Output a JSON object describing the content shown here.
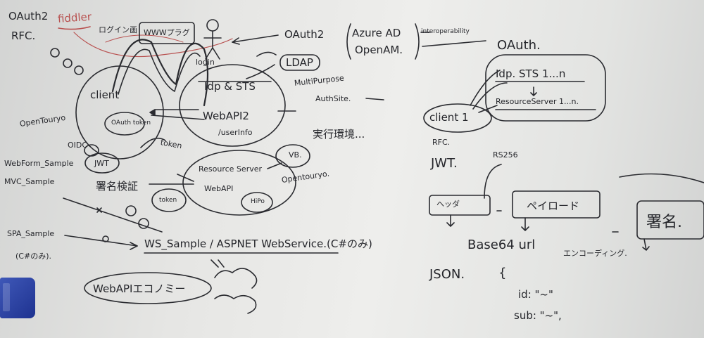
{
  "board": {
    "left": {
      "oauth2": "OAuth2",
      "fiddler": "fiddler",
      "rfc": "RFC.",
      "oauth2_right": "OAuth2",
      "login_gamen": "ログイン画",
      "www_plugin": "WWWプラグ",
      "login_label": "login",
      "ldap": "LDAP",
      "idp_sts": "Idp & STS",
      "client": "client",
      "webapi2": "WebAPI2",
      "userinfo": "/userInfo",
      "oauth_token": "OAuth token",
      "token": "token",
      "opentouryo": "OpenTouryo",
      "oidc": "OIDC",
      "jwt": "JWT",
      "webform_sample": "WebForm_Sample",
      "mvc_sample": "MVC_Sample",
      "shomei_kensho": "署名検証",
      "resource_server": "Resource Server",
      "webapi": "WebAPI",
      "token_small": "token",
      "vb": "VB.",
      "opentouryo_2": "Opentouryo.",
      "hipo": "HiPo",
      "spa_sample": "SPA_Sample",
      "cs_version": "(C#のみ).",
      "ws_sample": "WS_Sample / ASPNET WebService.(C#のみ)",
      "webapi_economy": "WebAPIエコノミー",
      "multipurpose": "MultiPurpose",
      "authsite": "AuthSite.",
      "jikko_kan": "実行環境..."
    },
    "top_right": {
      "azure_ad": "Azure AD",
      "openam": "OpenAM.",
      "interoperability": "interoperability",
      "oauth": "OAuth.",
      "idp_sts_n": "Idp. STS  1...n",
      "resource_server_n": "ResourceServer 1...n.",
      "client_1": "client 1"
    },
    "bottom_right": {
      "rfc": "RFC.",
      "jwt": "JWT.",
      "rs256": "RS256",
      "header": "ヘッダ",
      "payload": "ペイロード",
      "signature": "署名.",
      "base64url": "Base64 url",
      "encoding": "エンコーディング.",
      "json": "JSON.",
      "brace": "{",
      "id_line": "id: \"~\"",
      "sub_line": "sub: \"~\","
    }
  },
  "colors": {
    "ink": "#25262b",
    "red_ink": "#b8504f",
    "board": "#eeeeec",
    "magnet": "#2d46a8"
  }
}
